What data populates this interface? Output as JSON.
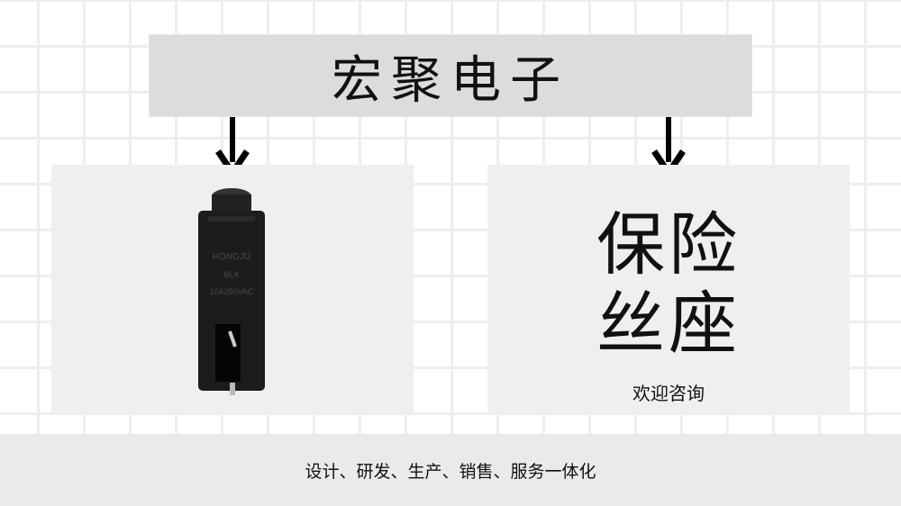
{
  "header": {
    "title": "宏聚电子"
  },
  "left_panel": {
    "product_icon": "fuse-holder-photo",
    "product_marking": [
      "HONGJU",
      "BLX",
      "10A250VAC"
    ]
  },
  "right_panel": {
    "heading_line1": "保险",
    "heading_line2": "丝座",
    "subtext": "欢迎咨询"
  },
  "footer": {
    "text": "设计、研发、生产、销售、服务一体化"
  },
  "colors": {
    "title_box": "#dbdcdc",
    "panel": "#eef0ef",
    "footer": "#e9eaea",
    "text": "#111111"
  }
}
